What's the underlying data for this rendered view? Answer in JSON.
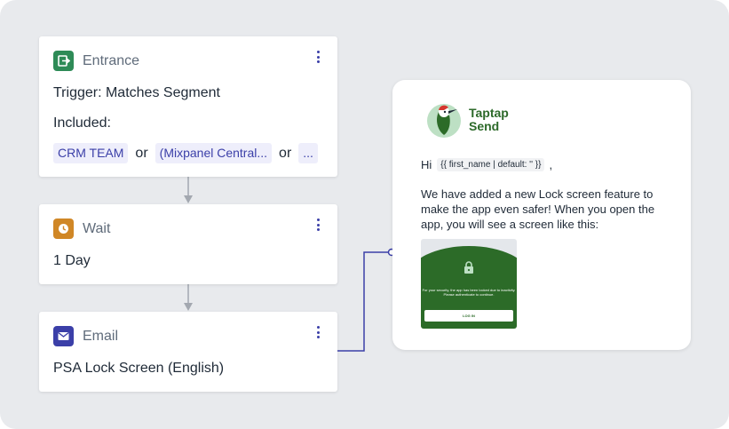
{
  "flow": {
    "entrance": {
      "title": "Entrance",
      "trigger": "Trigger: Matches Segment",
      "included_label": "Included:",
      "segments": [
        "CRM TEAM",
        "(Mixpanel Central...",
        "..."
      ],
      "separator": "or"
    },
    "wait": {
      "title": "Wait",
      "duration": "1 Day"
    },
    "email": {
      "title": "Email",
      "name": "PSA Lock Screen (English)"
    }
  },
  "preview": {
    "brand_line1": "Taptap",
    "brand_line2": "Send",
    "greeting": "Hi",
    "merge_tag": "{{ first_name | default: '' }}",
    "greeting_end": ",",
    "body": "We have added a new Lock screen feature to make the app even safer! When you open the app, you will see a screen like this:",
    "phone_message": "For your security, the app has been locked due to inactivity. Please authenticate to continue.",
    "phone_button": "LOG IN"
  },
  "colors": {
    "canvas": "#e8eaed",
    "entrance_icon": "#2e8b57",
    "wait_icon": "#d08726",
    "email_icon": "#3b3fa8",
    "chip_bg": "#eeeefb",
    "chip_text": "#3b3fa8",
    "brand_green": "#2c6b28"
  },
  "icons": {
    "entrance": "entrance-icon",
    "wait": "clock-icon",
    "email": "envelope-icon",
    "menu": "kebab-menu-icon",
    "lock": "lock-icon"
  }
}
